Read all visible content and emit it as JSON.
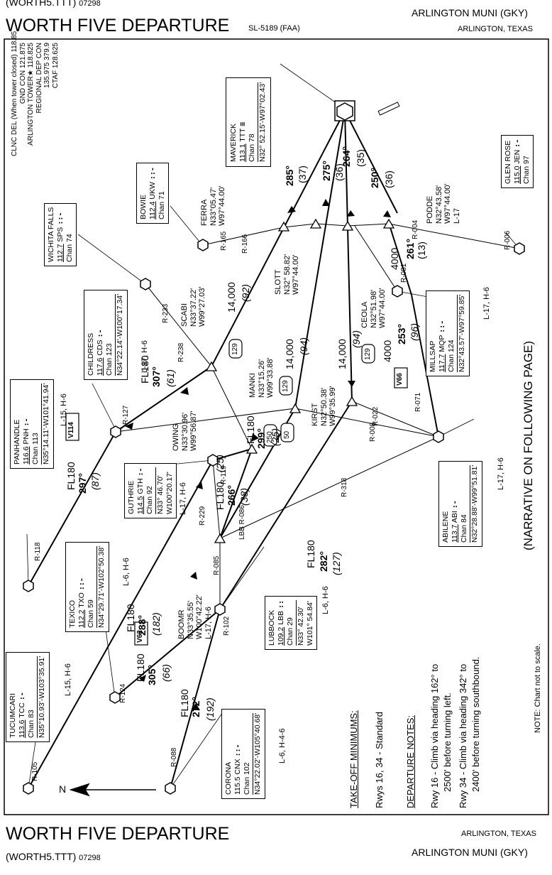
{
  "header": {
    "top_left": "(WORTH5.TTT)",
    "top_left_num": "07298",
    "title": "WORTH FIVE DEPARTURE",
    "code": "SL-5189 (FAA)",
    "airport": "ARLINGTON MUNI (GKY)",
    "city": "ARLINGTON, TEXAS"
  },
  "footer": {
    "title": "WORTH FIVE DEPARTURE",
    "city": "ARLINGTON, TEXAS",
    "bottom_left": "(WORTH5.TTT)",
    "bottom_left_num": "07298",
    "airport": "ARLINGTON MUNI (GKY)"
  },
  "freqs": [
    "CLNC DEL (When tower closed) 118.85",
    "GND CON 121.875",
    "ARLINGTON TOWER★ 118.825",
    "REGIONAL DEP CON",
    "135.975 379.9",
    "CTAF 128.625"
  ],
  "navaids": {
    "maverick": {
      "name": "MAVERICK",
      "freq": "113.1",
      "id": "TTT",
      "chan": "Chan 78",
      "coords": "N32° 52.15'-W97°02.43'"
    },
    "glen_rose": {
      "name": "GLEN ROSE",
      "freq": "115.0",
      "id": "JEN",
      "chan": "Chan 97"
    },
    "bowie": {
      "name": "BOWIE",
      "freq": "112.4",
      "id": "UKW",
      "chan": "Chan 71"
    },
    "wichita": {
      "name": "WICHITA FALLS",
      "freq": "112.7",
      "id": "SPS",
      "chan": "Chan 74"
    },
    "childress": {
      "name": "CHILDRESS",
      "freq": "117.6",
      "id": "CDS",
      "chan": "Chan 123",
      "coords": "N34°22.14'-W100°17.34'",
      "chart": "L-17, H-6"
    },
    "panhandle": {
      "name": "PANHANDLE",
      "freq": "116.6",
      "id": "PNH",
      "chan": "Chan 113",
      "coords": "N35°14.11'-W101°41.94'",
      "chart": "L-15, H-6"
    },
    "millsap": {
      "name": "MILLSAP",
      "freq": "117.7",
      "id": "MQP",
      "chan": "Chan 124",
      "coords": "N32°43.57'-W97°59.85'",
      "chart": "L-17, H-6"
    },
    "abilene": {
      "name": "ABILENE",
      "freq": "113.7",
      "id": "ABI",
      "chan": "Chan 84",
      "coords": "N32°28.88'-W99°51.81'",
      "chart": "L-17, H-6"
    },
    "guthrie": {
      "name": "GUTHRIE",
      "freq": "114.5",
      "id": "GTH",
      "chan": "Chan 92",
      "coords": "N33° 46.70'",
      "coords2": "W100°20.17'",
      "chart": "L-17, H-6"
    },
    "texico": {
      "name": "TEXICO",
      "freq": "112.2",
      "id": "TXO",
      "chan": "Chan 59",
      "coords": "N34°29.71'-W102°50.38'",
      "chart": "L-6, H-6"
    },
    "lubbock": {
      "name": "LUBBOCK",
      "freq": "109.2",
      "id": "LBB",
      "chan": "Chan 29",
      "coords": "N33° 42.30'",
      "coords2": "W101° 54.84'",
      "chart": "L-6, H-6"
    },
    "tucumcari": {
      "name": "TUCUMCARI",
      "freq": "113.6",
      "id": "TCC",
      "chan": "Chan 83",
      "coords": "N35°10.93'-W103°35.91'",
      "chart": "L-15, H-6"
    },
    "corona": {
      "name": "CORONA",
      "freq": "115.5",
      "id": "CNX",
      "chan": "Chan 102",
      "coords": "N34°22.02'-W105°40.68'",
      "chart": "L-6, H-4-6"
    }
  },
  "fixes": {
    "ferra": {
      "name": "FERRA",
      "c1": "N33°05.47'",
      "c2": "W97°44.00'"
    },
    "podde": {
      "name": "PODDE",
      "c1": "N32°43.58'",
      "c2": "W97°44.00'",
      "chart": "L-17"
    },
    "slott": {
      "name": "SLOTT",
      "c1": "N32° 58.82'",
      "c2": "W97°44.00'"
    },
    "ceola": {
      "name": "CEOLA",
      "c1": "N32°51.98'",
      "c2": "W97°44.00'"
    },
    "scabi": {
      "name": "SCABI",
      "c1": "N33°37.22'",
      "c2": "W99°27.03'"
    },
    "manki": {
      "name": "MANKI",
      "c1": "N33°15.26'",
      "c2": "W99°33.88'"
    },
    "kirst": {
      "name": "KIRST",
      "c1": "N32°50.38'",
      "c2": "W99°35.99'"
    },
    "owing": {
      "name": "OWING",
      "c1": "N33°30.96'",
      "c2": "W99°56.87'"
    },
    "boomr": {
      "name": "BOOMR",
      "c1": "N33°35.55'",
      "c2": "W100°42.22'",
      "chart": "L-17, H-6"
    }
  },
  "route_labels": {
    "r285": "285°",
    "r285d": "(37)",
    "r275": "275°",
    "r275d": "(36)",
    "r264": "264°",
    "r264d": "(35)",
    "r250": "250°",
    "r250d": "(36)",
    "r261": "261°",
    "r261d": "(13)",
    "r4000a": "4000",
    "r14000a": "14,000",
    "r92": "(92)",
    "r14000b": "14,000",
    "r94a": "(94)",
    "r14000c": "14,000",
    "r94b": "(94)",
    "r4000b": "4000",
    "r253": "253°",
    "r96": "(96)",
    "fl180a": "FL180",
    "r307": "307°",
    "r61": "(61)",
    "fl180b": "FL180",
    "r299": "299°",
    "r25a": "(25)",
    "fl180c": "FL180",
    "r297": "297°",
    "r87": "(87)",
    "r266": "266°",
    "r38": "(38)",
    "fl180d": "FL180",
    "r25b": "(25)",
    "fl180e": "FL180",
    "r288": "288°",
    "r182": "(182)",
    "fl180f": "FL180",
    "r282": "282°",
    "r127": "(127)",
    "fl180g": "FL180",
    "r305": "305°",
    "r66": "(66)",
    "fl180h": "FL180",
    "r272": "272°",
    "r192": "(192)"
  },
  "radials": {
    "r165": "R-165",
    "r166": "R-166",
    "r004": "R-004",
    "r006": "R-006",
    "r081": "R-081",
    "r233": "R-233",
    "r238": "R-238",
    "r127": "R-127",
    "r118": "R-118",
    "r071": "R-071",
    "r022": "R-022",
    "r008": "R-008",
    "r318": "R-318",
    "r119": "R-119",
    "r229": "R-229",
    "r086": "LBB R-086",
    "r085": "R-085",
    "r102": "R-102",
    "r124": "R-124",
    "r088": "R-088",
    "r105": "R-105"
  },
  "airways": {
    "v114": "V114",
    "v66": "V66",
    "v62": "V62"
  },
  "speeds": {
    "s129a": "129",
    "s129b": "129",
    "s129c": "129",
    "s250": "250",
    "s50": "50"
  },
  "north": "N",
  "narrative": "(NARRATIVE ON FOLLOWING PAGE)",
  "note": "NOTE: Chart not to scale.",
  "takeoff": {
    "heading": "TAKE-OFF MINIMUMS:",
    "text": "Rwys 16, 34 - Standard"
  },
  "departure": {
    "heading": "DEPARTURE NOTES:",
    "l1": "Rwy 16 - Climb via heading 162° to",
    "l2": "2500' before turning left.",
    "l3": "Rwy 34 - Climb via heading 342° to",
    "l4": "2400' before turning southbound."
  }
}
